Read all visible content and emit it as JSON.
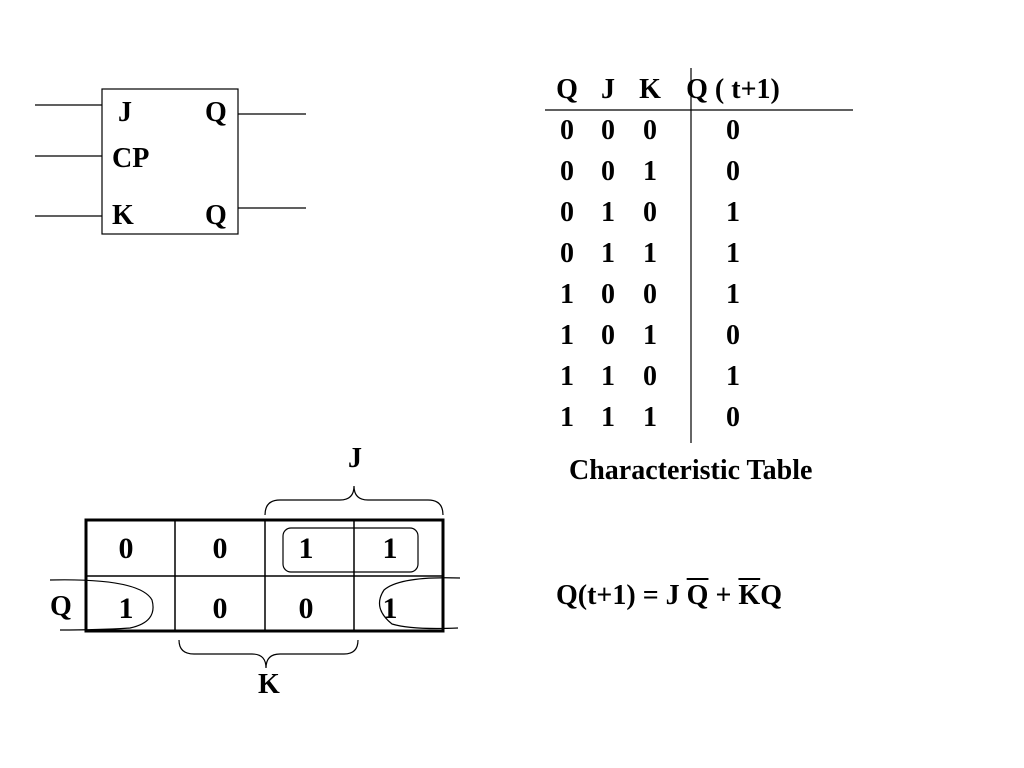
{
  "flipflop": {
    "pins": {
      "j": "J",
      "cp": "CP",
      "k": "K",
      "q": "Q",
      "qbar": "Q"
    }
  },
  "table": {
    "headers": [
      "Q",
      "J",
      "K",
      "Q ( t+1)"
    ],
    "rows": [
      [
        "0",
        "0",
        "0",
        "0"
      ],
      [
        "0",
        "0",
        "1",
        "0"
      ],
      [
        "0",
        "1",
        "0",
        "1"
      ],
      [
        "0",
        "1",
        "1",
        "1"
      ],
      [
        "1",
        "0",
        "0",
        "1"
      ],
      [
        "1",
        "0",
        "1",
        "0"
      ],
      [
        "1",
        "1",
        "0",
        "1"
      ],
      [
        "1",
        "1",
        "1",
        "0"
      ]
    ],
    "caption": "Characteristic Table"
  },
  "kmap": {
    "top_label": "J",
    "bottom_label": "K",
    "row_label": "Q",
    "rows": [
      [
        "0",
        "0",
        "1",
        "1"
      ],
      [
        "1",
        "0",
        "0",
        "1"
      ]
    ]
  },
  "equation": {
    "lhs": "Q(t+1) = J ",
    "qbar": "Q",
    "plus": " + ",
    "kbar": "K",
    "q": "Q"
  }
}
